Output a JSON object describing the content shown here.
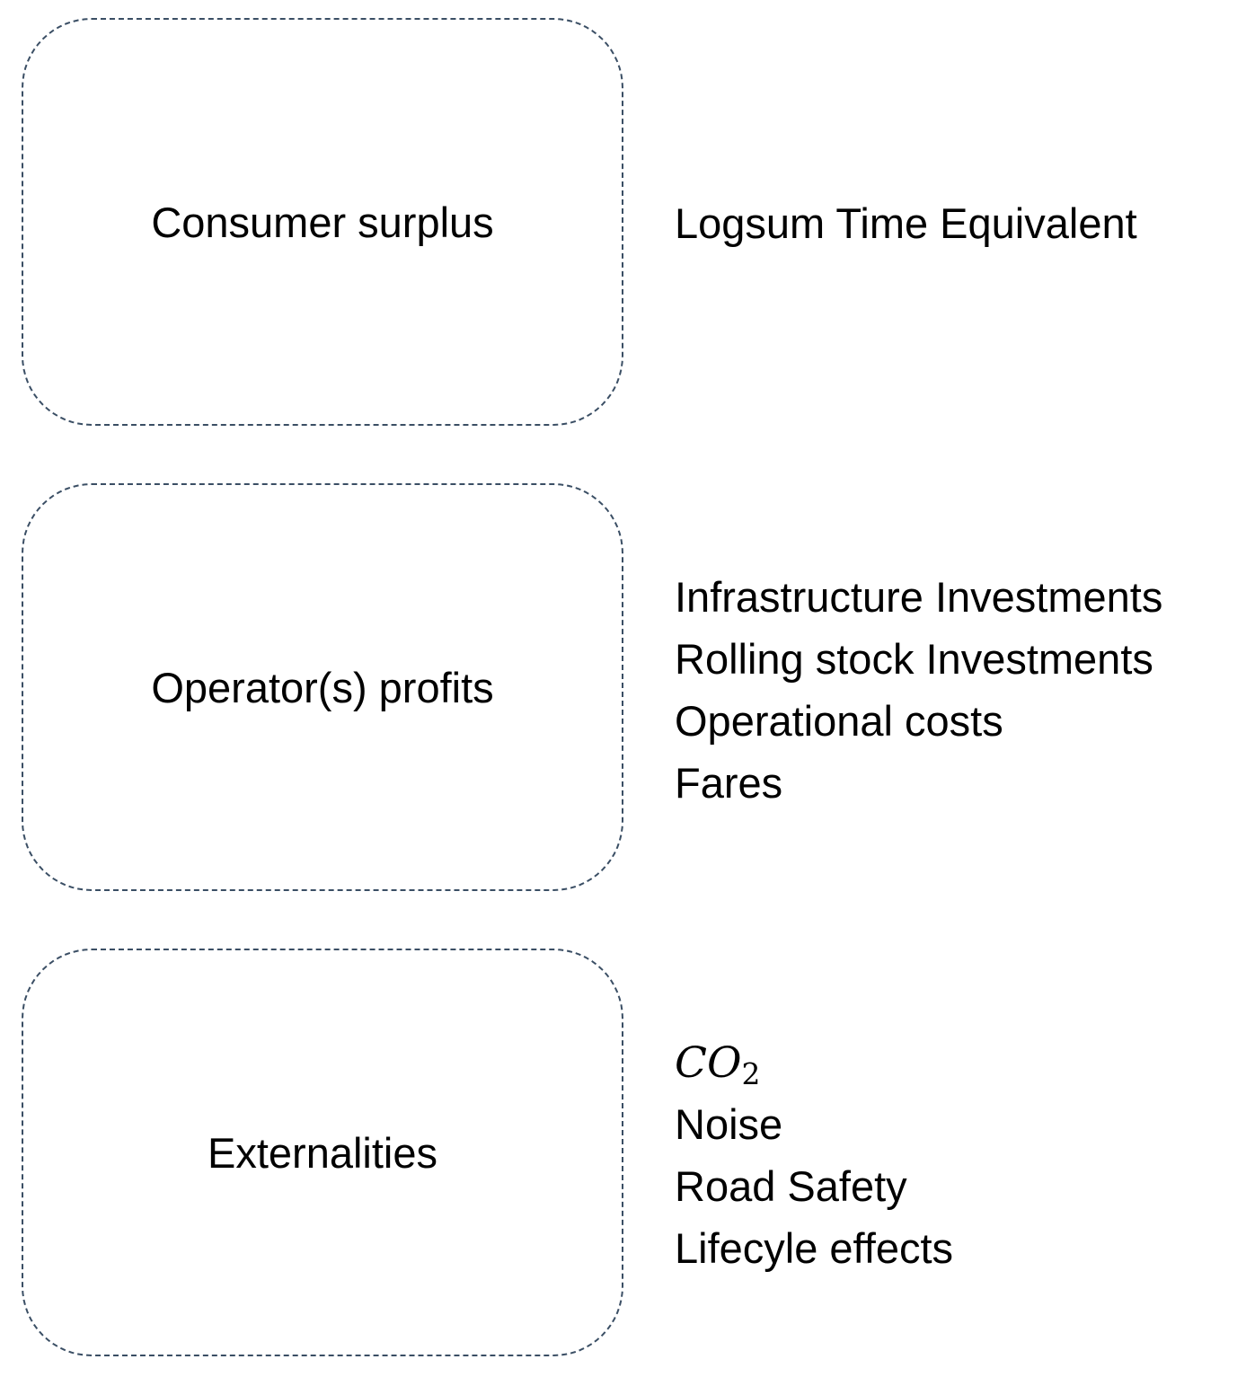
{
  "groups": [
    {
      "label": "Consumer surplus",
      "items": [
        "Logsum Time Equivalent"
      ]
    },
    {
      "label": "Operator(s) profits",
      "items": [
        "Infrastructure Investments",
        "Rolling stock Investments",
        "Operational costs",
        "Fares"
      ]
    },
    {
      "label": "Externalities",
      "co2": {
        "base": "CO",
        "subscript": "2"
      },
      "items": [
        "Noise",
        "Road Safety",
        "Lifecyle effects"
      ]
    }
  ]
}
